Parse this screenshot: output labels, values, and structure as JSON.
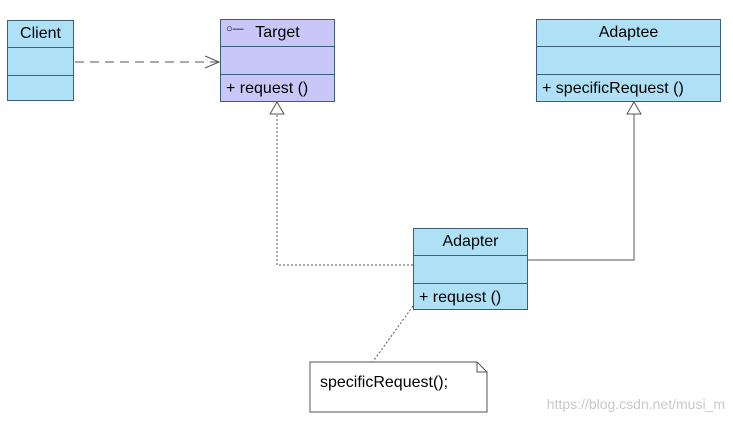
{
  "classes": {
    "client": {
      "name": "Client",
      "operation": ""
    },
    "target": {
      "name": "Target",
      "operation": "+  request ()",
      "stereotype_icon": "○—"
    },
    "adaptee": {
      "name": "Adaptee",
      "operation": "+  specificRequest ()"
    },
    "adapter": {
      "name": "Adapter",
      "operation": "+  request ()"
    }
  },
  "note": {
    "text": "specificRequest();"
  },
  "watermark": "https://blog.csdn.net/musi_m",
  "colors": {
    "class_fill": "#aee0f6",
    "interface_fill": "#c9c7f7",
    "border": "#3b5f7a"
  }
}
